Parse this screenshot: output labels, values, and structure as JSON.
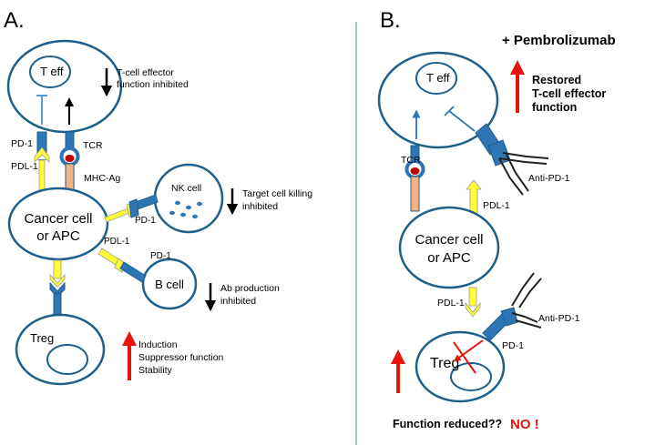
{
  "panels": {
    "a_label": "A.",
    "b_label": "B."
  },
  "panel_a": {
    "cells": {
      "teff": "T eff",
      "cancer_line1": "Cancer cell",
      "cancer_line2": "or APC",
      "nk": "NK cell",
      "bcell": "B cell",
      "treg": "Treg"
    },
    "labels": {
      "pd1": "PD-1",
      "pdl1": "PDL-1",
      "tcr": "TCR",
      "mhc_ag": "MHC-Ag",
      "pd1_nk": "PD-1",
      "pdl1_b": "PDL-1",
      "pd1_b": "PD-1"
    },
    "effects": {
      "teff_line1": "T-cell effector",
      "teff_line2": "function inhibited",
      "nk_line1": "Target cell killing",
      "nk_line2": "inhibited",
      "b_line1": "Ab production",
      "b_line2": "inhibited",
      "treg_line1": "Induction",
      "treg_line2": "Suppressor function",
      "treg_line3": "Stability"
    }
  },
  "panel_b": {
    "title": "+ Pembrolizumab",
    "cells": {
      "teff": "T eff",
      "cancer_line1": "Cancer cell",
      "cancer_line2": "or APC",
      "treg": "Treg"
    },
    "labels": {
      "tcr": "TCR",
      "anti_pd1_top": "Anti-PD-1",
      "pdl1_top": "PDL-1",
      "pdl1_bottom": "PDL-1",
      "anti_pd1_bottom": "Anti-PD-1",
      "pd1": "PD-1"
    },
    "effects": {
      "restored_line1": "Restored",
      "restored_line2": "T-cell effector",
      "restored_line3": "function"
    },
    "footer_question": "Function reduced??",
    "footer_answer": "NO !"
  },
  "colors": {
    "outline": "#1f5f8b",
    "receptor": "#2e75b6",
    "ligand": "#ffff33",
    "red_arrow": "#e8140c",
    "divider": "#5b9bd5"
  }
}
